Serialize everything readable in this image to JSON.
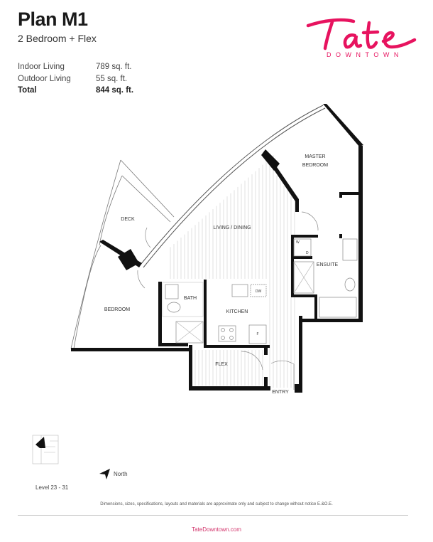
{
  "header": {
    "title": "Plan M1",
    "subtitle": "2 Bedroom + Flex"
  },
  "areas": [
    {
      "label": "Indoor Living",
      "value": "789 sq. ft."
    },
    {
      "label": "Outdoor Living",
      "value": "55 sq. ft."
    },
    {
      "label": "Total",
      "value": "844 sq. ft."
    }
  ],
  "logo": {
    "name": "Tate",
    "sub": "DOWNTOWN",
    "color": "#e7135f"
  },
  "rooms": {
    "master_bedroom_1": "MASTER",
    "master_bedroom_2": "BEDROOM",
    "deck": "DECK",
    "living": "LIVING / DINING",
    "ensuite": "ENSUITE",
    "bath": "BATH",
    "kitchen": "KITCHEN",
    "bedroom": "BEDROOM",
    "flex": "FLEX",
    "entry": "ENTRY",
    "dw": "DW",
    "fridge": "F",
    "washer": "W",
    "dryer": "D"
  },
  "footer": {
    "level": "Level 23 - 31",
    "north": "North",
    "disclaimer": "Dimensions, sizes, specifications, layouts and materials are approximate only and subject to change without notice E.&O.E.",
    "website": "TateDowntown.com"
  }
}
